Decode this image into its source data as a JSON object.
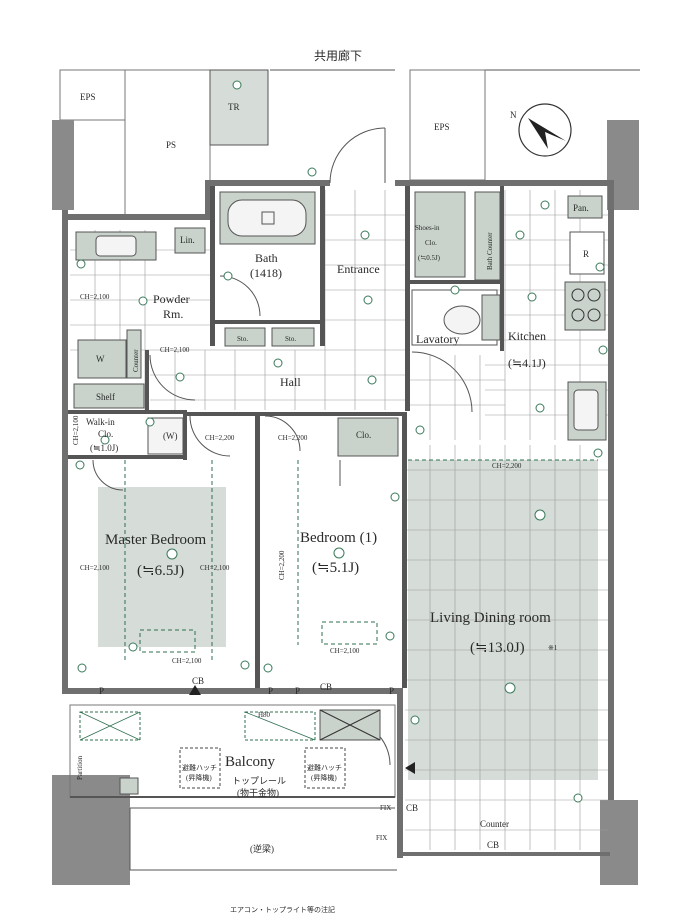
{
  "header": {
    "corridor": "共用廊下"
  },
  "compass": {
    "label": "N"
  },
  "rooms": {
    "eps_left": "EPS",
    "eps_right": "EPS",
    "ps": "PS",
    "tr": "TR",
    "lin": "Lin.",
    "bath": "Bath",
    "bath_size": "(1418)",
    "entrance": "Entrance",
    "shoes_in": "Shoes-in",
    "shoes_clo": "Clo.",
    "shoes_size": "(≒0.5J)",
    "bath_counter": "Bath Counter",
    "pan": "Pan.",
    "refrigerator": "R",
    "powder": "Powder",
    "powder2": "Rm.",
    "washer": "W",
    "counter_small": "Counter",
    "sto1": "Sto.",
    "sto2": "Sto.",
    "lavatory": "Lavatory",
    "kitchen": "Kitchen",
    "kitchen_size": "(≒4.1J)",
    "hall": "Hall",
    "shelf": "Shelf",
    "walkin": "Walk-in",
    "walkin_clo": "Clo.",
    "walkin_size": "(≒1.0J)",
    "w_mark": "(W)",
    "clo": "Clo.",
    "master": "Master Bedroom",
    "master_size": "(≒6.5J)",
    "bed1": "Bedroom (1)",
    "bed1_size": "(≒5.1J)",
    "ldr": "Living Dining room",
    "ldr_size": "(≒13.0J)",
    "ldr_note": "※1",
    "balcony": "Balcony",
    "top_rail": "トップレール",
    "top_rail2": "(物干金物)",
    "hatch1a": "避難ハッチ",
    "hatch1b": "(昇降機)",
    "hatch2a": "避難ハッチ",
    "hatch2b": "(昇降機)",
    "partition": "Partition",
    "counter_bottom": "Counter",
    "roof": "(逆梁)",
    "bottom_note": "エアコン・トップライト等の注記"
  },
  "marks": {
    "ch2100_a": "CH=2,100",
    "ch2200_a": "CH=2,200",
    "ch2200_b": "CH=2,200",
    "ch2100_b": "CH=2,100",
    "ch2100_c": "CH=2,100",
    "ch2200_c": "CH=2,200",
    "ch2100_d": "CH=2,100",
    "ch2100_e": "CH=2,100",
    "ch2200_d": "CH=2,200",
    "ch2100_f": "CH=2,100",
    "ch2100_g": "CH=2,100",
    "p1": "P",
    "p2": "P",
    "p3": "P",
    "p4": "P",
    "cb1": "CB",
    "cb2": "CB",
    "cb3": "CB",
    "cb4": "CB",
    "fix1": "FIX",
    "fix2": "FIX",
    "h80": "H80"
  }
}
